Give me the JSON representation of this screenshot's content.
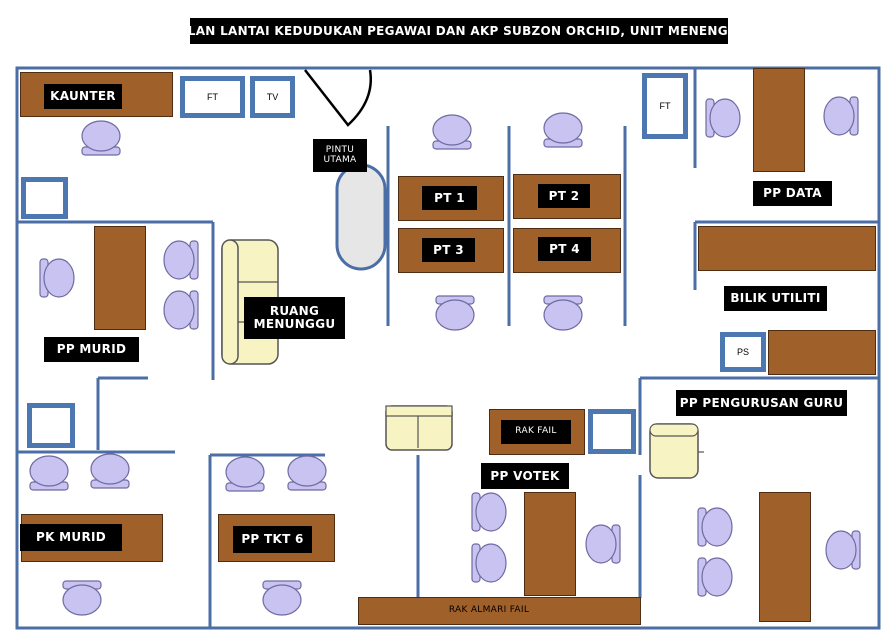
{
  "title": "PELAN LANTAI KEDUDUKAN PEGAWAI DAN AKP SUBZON ORCHID, UNIT MENENGAH",
  "rooms": {
    "kaunter": "KAUNTER",
    "pintu_utama": "PINTU UTAMA",
    "pt1": "PT 1",
    "pt2": "PT 2",
    "pt3": "PT 3",
    "pt4": "PT 4",
    "pp_data": "PP  DATA",
    "bilik_utiliti": "BILIK  UTILITI",
    "pp_murid": "PP   MURID",
    "ruang_menunggu": "RUANG MENUNGGU",
    "pp_pengurusan_guru": "PP   PENGURUSAN GURU",
    "rak_fail": "RAK  FAIL",
    "pp_votek": "PP  VOTEK",
    "pk_murid": "PK   MURID",
    "pp_tkt6": "PP   TKT 6",
    "rak_almari_fail": "RAK ALMARI FAIL"
  },
  "fixtures": {
    "ft_top": "FT",
    "tv": "TV",
    "ft_right": "FT",
    "ps": "PS"
  },
  "colors": {
    "wall": "#4a6ea5",
    "desk": "#a0602a",
    "chair": "#c9c3f1",
    "sofa": "#f7f3c2",
    "window_frame": "#4c77b1"
  }
}
